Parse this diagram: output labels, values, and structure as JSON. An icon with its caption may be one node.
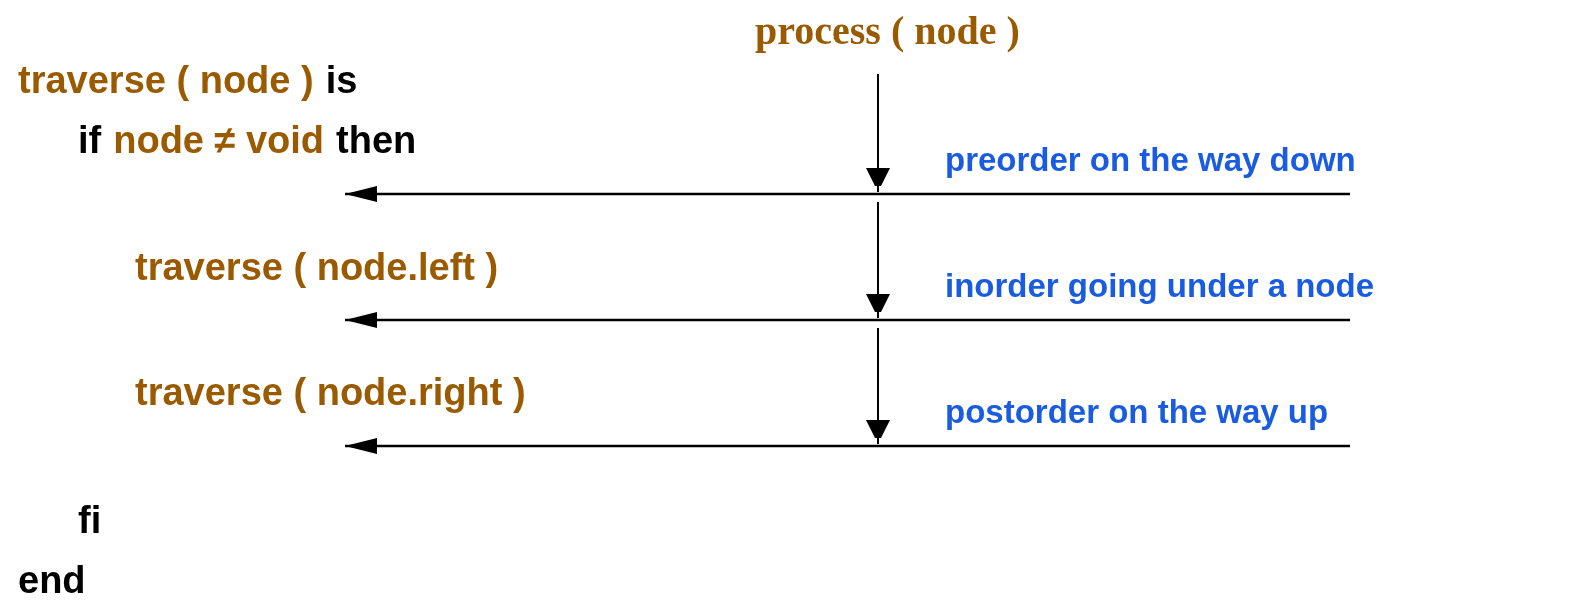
{
  "diagram": {
    "nodes": [
      {
        "text": [
          "process ( node )"
        ]
      },
      {
        "text": [],
        "shape": "arrow",
        "beside": [
          "preorder on the way down"
        ]
      },
      {
        "text": [],
        "shape": "arrow",
        "beside": [
          "inorder going under a node"
        ]
      },
      {
        "text": [],
        "shape": "arrow",
        "beside": [
          "postorder on the way up"
        ]
      }
    ],
    "edges": [
      {
        "from": 0,
        "to": 1,
        "arrow": "to"
      },
      {
        "from": 1,
        "to": 2,
        "arrow": "to"
      },
      {
        "from": 2,
        "to": 3,
        "arrow": "to"
      }
    ],
    "labels": [
      "traverse ( node )",
      "is",
      "if",
      "node ≠  void",
      "then",
      "traverse ( node.left )",
      "traverse ( node.right )",
      "fi",
      "end"
    ]
  }
}
